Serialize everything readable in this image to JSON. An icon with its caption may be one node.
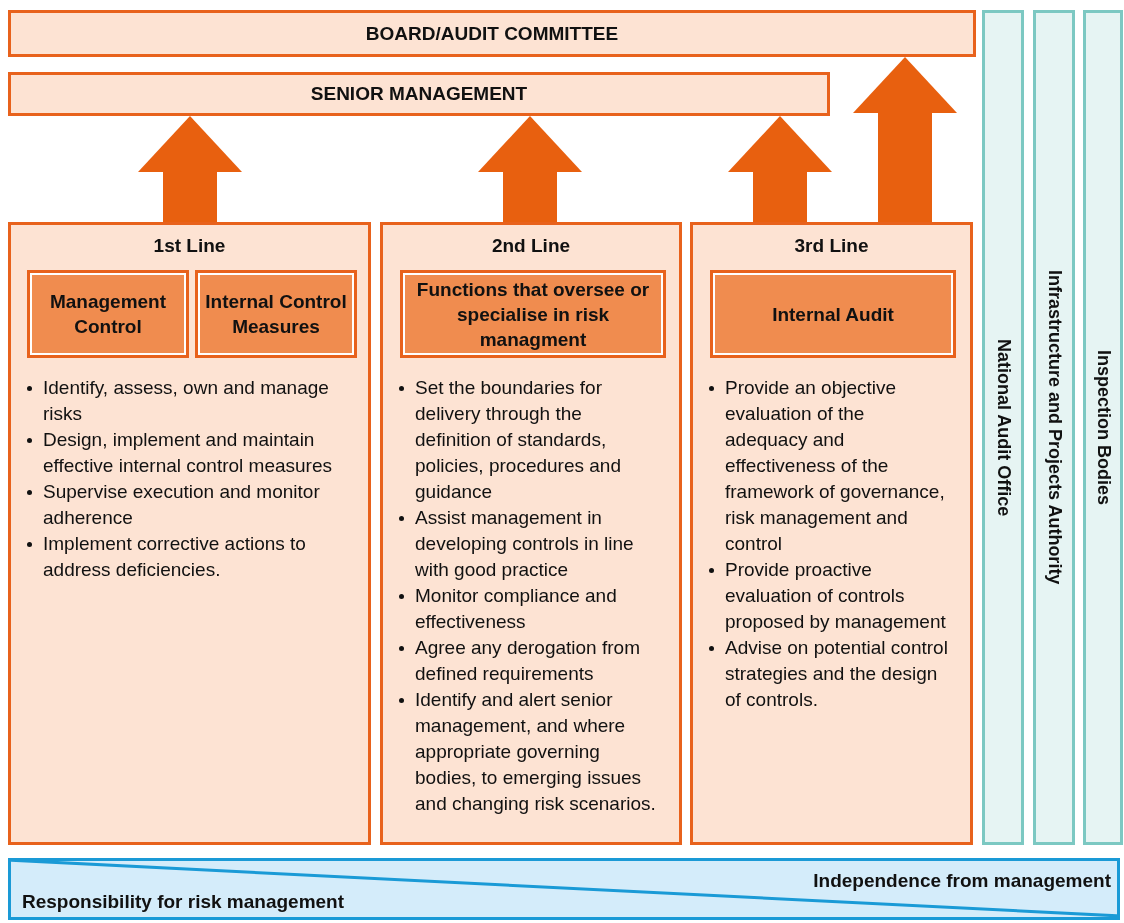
{
  "diagram": {
    "nodes": [
      {
        "text": [
          "BOARD/AUDIT COMMITTEE"
        ]
      },
      {
        "text": [
          "SENIOR MANAGEMENT"
        ]
      },
      {
        "text": [
          "1st Line",
          "Identify, assess, own and manage risks",
          "Design, implement and maintain effective internal control measures",
          "Supervise execution and monitor adherence",
          "Implement corrective actions to address deficiencies."
        ]
      },
      {
        "text": [
          "Management Control"
        ],
        "in": 2
      },
      {
        "text": [
          "Internal Control Measures"
        ],
        "in": 2
      },
      {
        "text": [
          "2nd Line",
          "Set the boundaries for delivery through the definition of standards, policies, procedures and guidance",
          "Assist management in developing controls in line with good practice",
          "Monitor compliance and effectiveness",
          "Agree any derogation from defined requirements",
          "Identify and alert senior management, and where appropriate governing bodies, to emerging issues and changing risk scenarios."
        ]
      },
      {
        "text": [
          "Functions that oversee or specialise in risk managment"
        ],
        "in": 5
      },
      {
        "text": [
          "3rd Line",
          "Provide an objective evaluation of the adequacy and effectiveness of the framework of governance, risk management and control",
          "Provide proactive evaluation of controls proposed by management",
          "Advise on potential control strategies and the design of  controls."
        ]
      },
      {
        "text": [
          "Internal Audit"
        ],
        "in": 7
      },
      {
        "text": [
          "National Audit Office"
        ]
      },
      {
        "text": [
          "Infrastructure and Projects Authority"
        ]
      },
      {
        "text": [
          "Inspection Bodies"
        ]
      },
      {
        "text": [
          "Independence from management",
          "Responsibility for risk management"
        ]
      }
    ],
    "edges": [
      {
        "from": 2,
        "to": 1,
        "arrow": "to"
      },
      {
        "from": 5,
        "to": 1,
        "arrow": "to"
      },
      {
        "from": 7,
        "to": 1,
        "arrow": "to"
      },
      {
        "from": 7,
        "to": 0,
        "arrow": "to"
      }
    ]
  }
}
